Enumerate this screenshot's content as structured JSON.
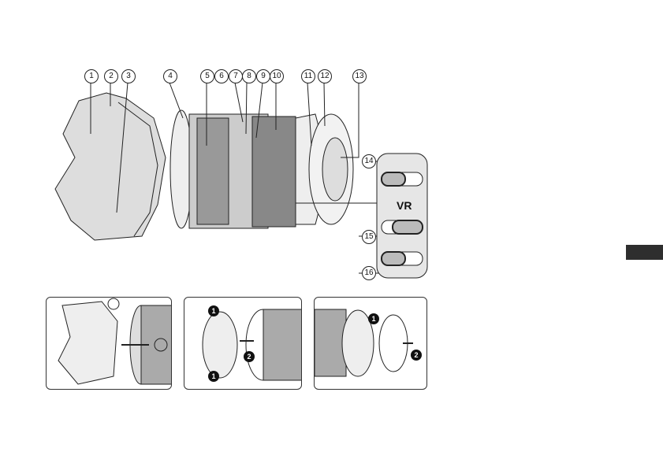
{
  "callouts": [
    "1",
    "2",
    "3",
    "4",
    "5",
    "6",
    "7",
    "8",
    "9",
    "10",
    "11",
    "12",
    "13",
    "14",
    "15",
    "16"
  ],
  "switch_panel": {
    "vr_label": "VR"
  },
  "panels": [
    {
      "name": "hood-attach",
      "steps": []
    },
    {
      "name": "front-cap",
      "steps": [
        "1",
        "2",
        "1"
      ]
    },
    {
      "name": "rear-cap",
      "steps": [
        "1",
        "2"
      ]
    }
  ],
  "colors": {
    "line": "#222222",
    "tab": "#2e2e2e",
    "panel_fill": "#e6e6e6"
  }
}
